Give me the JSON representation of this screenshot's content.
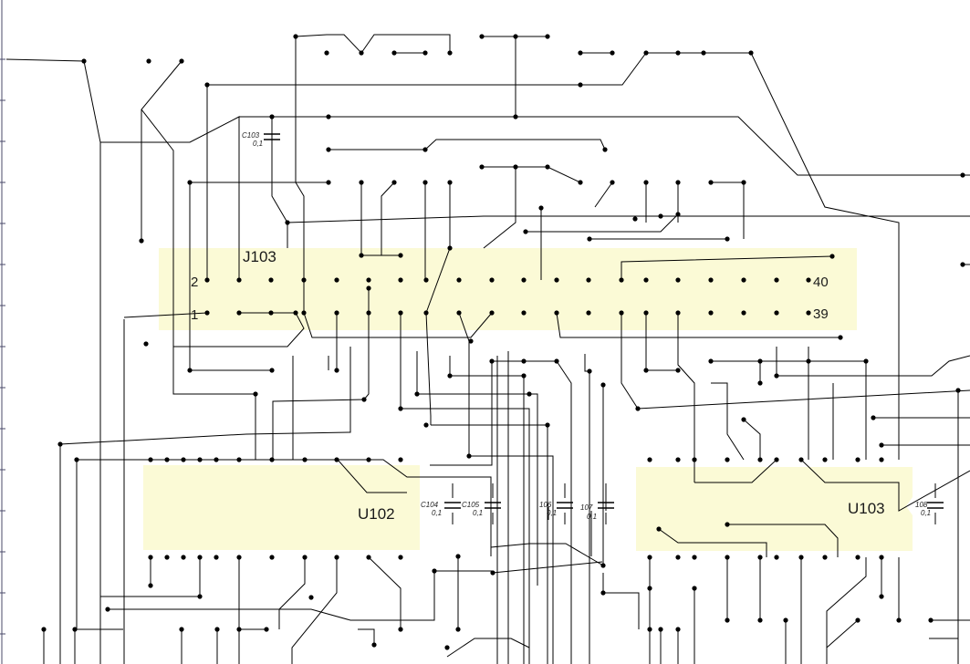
{
  "components": {
    "connector": {
      "ref": "J103",
      "pin_labels": [
        "2",
        "1",
        "40",
        "39"
      ]
    },
    "ic_left": {
      "ref": "U102"
    },
    "ic_right": {
      "ref": "U103"
    },
    "capacitors": [
      {
        "ref": "C103",
        "value": "0,1"
      },
      {
        "ref": "C104",
        "value": "0,1"
      },
      {
        "ref": "C105",
        "value": "0,1"
      },
      {
        "ref": "106",
        "value": "0,1"
      },
      {
        "ref": "107",
        "value": "0,1"
      },
      {
        "ref": "108",
        "value": "0,1"
      }
    ]
  },
  "colors": {
    "highlight": "#fbfad6",
    "wire": "#000000",
    "background": "#ffffff"
  }
}
